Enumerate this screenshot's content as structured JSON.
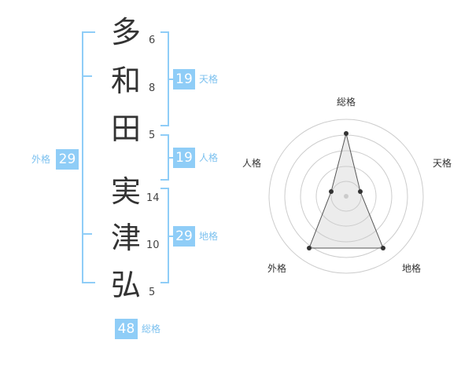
{
  "name": {
    "chars": [
      {
        "char": "多",
        "strokes": "6"
      },
      {
        "char": "和",
        "strokes": "8"
      },
      {
        "char": "田",
        "strokes": "5"
      },
      {
        "char": "実",
        "strokes": "14"
      },
      {
        "char": "津",
        "strokes": "10"
      },
      {
        "char": "弘",
        "strokes": "5"
      }
    ]
  },
  "fortune": {
    "tenkaku": {
      "value": "19",
      "label": "天格"
    },
    "jinkaku": {
      "value": "19",
      "label": "人格"
    },
    "chikaku": {
      "value": "29",
      "label": "地格"
    },
    "gaikaku": {
      "value": "29",
      "label": "外格"
    },
    "soukaku": {
      "value": "48",
      "label": "総格"
    }
  },
  "radar": {
    "labels": {
      "top": "総格",
      "right": "天格",
      "bottom_right": "地格",
      "bottom_left": "外格",
      "left": "人格"
    }
  },
  "colors": {
    "accent": "#8fcdf7",
    "accent_text": "#7cc1ef",
    "bracket": "#8fcdf7"
  }
}
